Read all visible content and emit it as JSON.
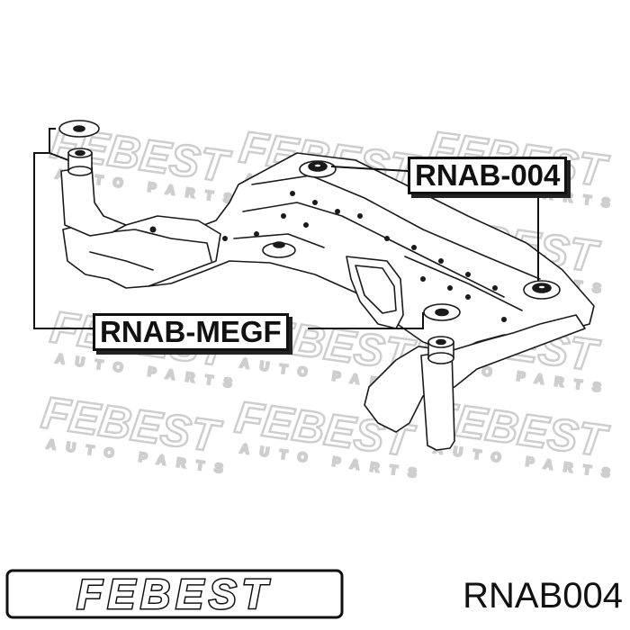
{
  "callouts": {
    "upper": "RNAB-004",
    "lower": "RNAB-MEGF"
  },
  "part_number": "RNAB004",
  "brand": {
    "logo_text": "FEBEST",
    "watermark_text": "FEBEST",
    "watermark_subtext": "AUTO PARTS"
  },
  "colors": {
    "ink": "#111111",
    "watermark": "#c8c8c8",
    "background": "#ffffff"
  }
}
